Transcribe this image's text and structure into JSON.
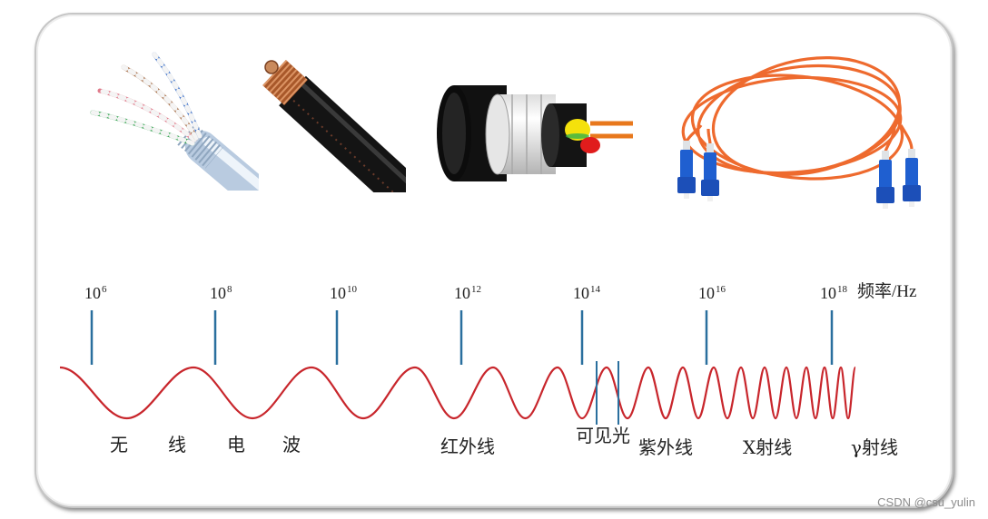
{
  "frequency_axis": {
    "ticks": [
      {
        "base": "10",
        "exp": "6"
      },
      {
        "base": "10",
        "exp": "8"
      },
      {
        "base": "10",
        "exp": "10"
      },
      {
        "base": "10",
        "exp": "12"
      },
      {
        "base": "10",
        "exp": "14"
      },
      {
        "base": "10",
        "exp": "16"
      },
      {
        "base": "10",
        "exp": "18"
      }
    ],
    "unit_label": "频率/Hz"
  },
  "bands": {
    "radio": [
      "无",
      "线",
      "电",
      "波"
    ],
    "infrared": "红外线",
    "visible": "可见光",
    "ultraviolet": "紫外线",
    "xray": "X射线",
    "gamma": "γ射线"
  },
  "watermark": "CSDN @csu_yulin",
  "colors": {
    "wave": "#c8262c",
    "tick": "#2a6f9e",
    "fiber": "#ee6a2e",
    "connector": "#1f5fd0"
  },
  "icons": [
    "twisted-pair-cable-icon",
    "coaxial-cable-icon",
    "power-cable-icon",
    "fiber-optic-cable-icon"
  ]
}
